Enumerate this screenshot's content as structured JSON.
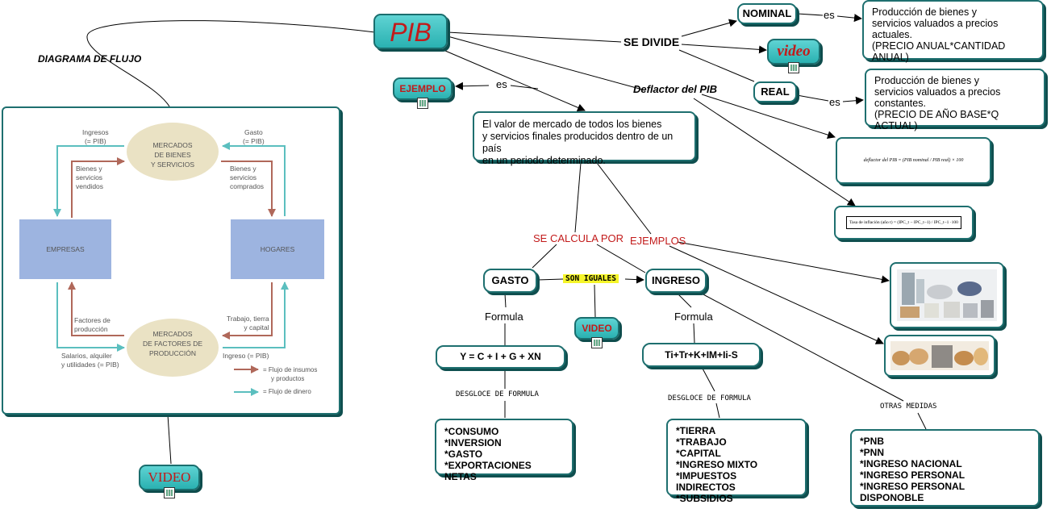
{
  "pib": "PIB",
  "se_divide": "SE DIVIDE",
  "nominal": "NOMINAL",
  "real": "REAL",
  "es1": "es",
  "es2": "es",
  "es3": "es",
  "video1": "video",
  "nominal_def": [
    "Producción de bienes y",
    "servicios valuados a precios",
    "actuales.",
    "(PRECIO ANUAL*CANTIDAD ANUAL)"
  ],
  "real_def": [
    "Producción de bienes y",
    "servicios valuados a precios",
    "constantes.",
    "(PRECIO DE AÑO BASE*Q ACTUAL)"
  ],
  "deflactor_label": "Deflactor del PIB",
  "deflactor_formula": "deflactor del PIB = (PIB nominal / PIB real) × 100",
  "inflation_formula": "Tasa de inflación (año t) = (IPC_t − IPC_t−1) / IPC_t−1 ·100",
  "ejemplo": "EJEMPLO",
  "definition": [
    "El valor de mercado de todos los bienes",
    "y servicios finales producidos dentro de un país",
    "en un periodo determinado."
  ],
  "se_calcula_por": "SE CALCULA POR",
  "ejemplos": "EJEMPLOS",
  "gasto": "GASTO",
  "ingreso": "INGRESO",
  "son_iguales": "SON IGUALES",
  "video2": "VIDEO",
  "formula1": "Formula",
  "formula2": "Formula",
  "gasto_formula": "Y = C + I + G + XN",
  "ingreso_formula": "Ti+Tr+K+IM+Ii-S",
  "desgloce1": "DESGLOCE DE FORMULA",
  "desgloce2": "DESGLOCE DE FORMULA",
  "otras_medidas": "OTRAS MEDIDAS",
  "gasto_items": [
    "*CONSUMO",
    "*INVERSION",
    "*GASTO",
    "*EXPORTACIONES NETAS"
  ],
  "ingreso_items": [
    "*TIERRA",
    "*TRABAJO",
    "*CAPITAL",
    "*INGRESO MIXTO",
    "*IMPUESTOS INDIRECTOS",
    "*SUBSIDIOS"
  ],
  "otras_items": [
    "*PNB",
    "*PNN",
    "*INGRESO NACIONAL",
    "*INGRESO PERSONAL",
    "*INGRESO PERSONAL DISPONOBLE"
  ],
  "diagrama_flujo": "DIAGRAMA DE FLUJO",
  "video3": "VIDEO",
  "flow": {
    "mercados_bienes": [
      "MERCADOS",
      "DE BIENES",
      "Y SERVICIOS"
    ],
    "mercados_factores": [
      "MERCADOS",
      "DE FACTORES DE",
      "PRODUCCIÓN"
    ],
    "empresas": "EMPRESAS",
    "hogares": "HOGARES",
    "ingresos": [
      "Ingresos",
      "(= PIB)"
    ],
    "gasto": [
      "Gasto",
      "(= PIB)"
    ],
    "bienes_vendidos": [
      "Bienes y",
      "servicios",
      "vendidos"
    ],
    "bienes_comprados": [
      "Bienes y",
      "servicios",
      "comprados"
    ],
    "factores": [
      "Factores de",
      "producción"
    ],
    "trabajo": [
      "Trabajo, tierra",
      "y capital"
    ],
    "salarios": [
      "Salarios, alquiler",
      "y utilidades (= PIB)"
    ],
    "ingreso_pib": "Ingreso (= PIB)",
    "legend_insumos": [
      "= Flujo de insumos",
      "y productos"
    ],
    "legend_dinero": "= Flujo de dinero"
  },
  "colors": {
    "teal": "#2ab1b1",
    "red": "#c21a1a",
    "flow_blue": "#9db4e0",
    "flow_oval": "#eae2c4",
    "arrow_brown": "#b0685a",
    "arrow_cyan": "#5bbfbf"
  }
}
